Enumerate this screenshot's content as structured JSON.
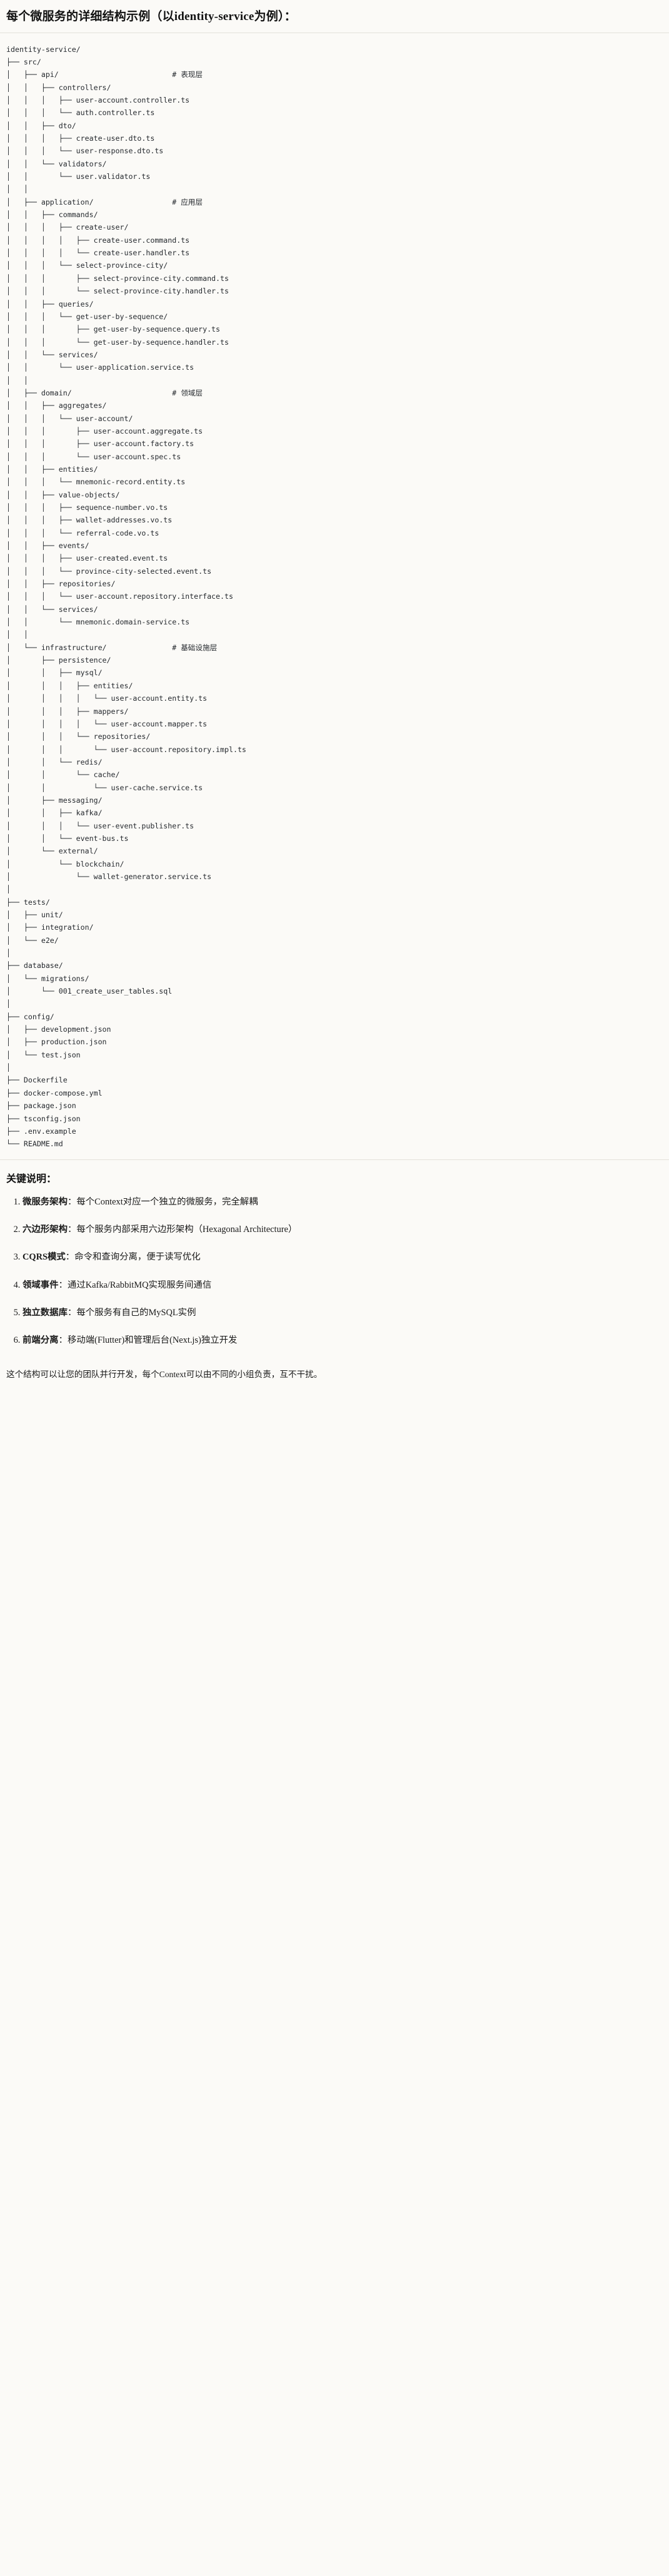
{
  "document": {
    "title": "每个微服务的详细结构示例（以identity-service为例）："
  },
  "tree": {
    "root": "identity-service/",
    "text": "identity-service/\n├── src/\n│   ├── api/                          # 表现层\n│   │   ├── controllers/\n│   │   │   ├── user-account.controller.ts\n│   │   │   └── auth.controller.ts\n│   │   ├── dto/\n│   │   │   ├── create-user.dto.ts\n│   │   │   └── user-response.dto.ts\n│   │   └── validators/\n│   │       └── user.validator.ts\n│   │\n│   ├── application/                  # 应用层\n│   │   ├── commands/\n│   │   │   ├── create-user/\n│   │   │   │   ├── create-user.command.ts\n│   │   │   │   └── create-user.handler.ts\n│   │   │   └── select-province-city/\n│   │   │       ├── select-province-city.command.ts\n│   │   │       └── select-province-city.handler.ts\n│   │   ├── queries/\n│   │   │   └── get-user-by-sequence/\n│   │   │       ├── get-user-by-sequence.query.ts\n│   │   │       └── get-user-by-sequence.handler.ts\n│   │   └── services/\n│   │       └── user-application.service.ts\n│   │\n│   ├── domain/                       # 领域层\n│   │   ├── aggregates/\n│   │   │   └── user-account/\n│   │   │       ├── user-account.aggregate.ts\n│   │   │       ├── user-account.factory.ts\n│   │   │       └── user-account.spec.ts\n│   │   ├── entities/\n│   │   │   └── mnemonic-record.entity.ts\n│   │   ├── value-objects/\n│   │   │   ├── sequence-number.vo.ts\n│   │   │   ├── wallet-addresses.vo.ts\n│   │   │   └── referral-code.vo.ts\n│   │   ├── events/\n│   │   │   ├── user-created.event.ts\n│   │   │   └── province-city-selected.event.ts\n│   │   ├── repositories/\n│   │   │   └── user-account.repository.interface.ts\n│   │   └── services/\n│   │       └── mnemonic.domain-service.ts\n│   │\n│   └── infrastructure/               # 基础设施层\n│       ├── persistence/\n│       │   ├── mysql/\n│       │   │   ├── entities/\n│       │   │   │   └── user-account.entity.ts\n│       │   │   ├── mappers/\n│       │   │   │   └── user-account.mapper.ts\n│       │   │   └── repositories/\n│       │   │       └── user-account.repository.impl.ts\n│       │   └── redis/\n│       │       └── cache/\n│       │           └── user-cache.service.ts\n│       ├── messaging/\n│       │   ├── kafka/\n│       │   │   └── user-event.publisher.ts\n│       │   └── event-bus.ts\n│       └── external/\n│           └── blockchain/\n│               └── wallet-generator.service.ts\n│\n├── tests/\n│   ├── unit/\n│   ├── integration/\n│   └── e2e/\n│\n├── database/\n│   └── migrations/\n│       └── 001_create_user_tables.sql\n│\n├── config/\n│   ├── development.json\n│   ├── production.json\n│   └── test.json\n│\n├── Dockerfile\n├── docker-compose.yml\n├── package.json\n├── tsconfig.json\n├── .env.example\n└── README.md"
  },
  "keypoints": {
    "heading": "关键说明：",
    "items": [
      {
        "term": "微服务架构",
        "sep": "：",
        "desc": "每个Context对应一个独立的微服务，完全解耦"
      },
      {
        "term": "六边形架构",
        "sep": "：",
        "desc": "每个服务内部采用六边形架构（Hexagonal Architecture）"
      },
      {
        "term": "CQRS模式",
        "sep": "：",
        "desc": "命令和查询分离，便于读写优化"
      },
      {
        "term": "领域事件",
        "sep": "：",
        "desc": "通过Kafka/RabbitMQ实现服务间通信"
      },
      {
        "term": "独立数据库",
        "sep": "：",
        "desc": "每个服务有自己的MySQL实例"
      },
      {
        "term": "前端分离",
        "sep": "：",
        "desc": "移动端(Flutter)和管理后台(Next.js)独立开发"
      }
    ]
  },
  "closing": {
    "text": "这个结构可以让您的团队并行开发，每个Context可以由不同的小组负责，互不干扰。"
  }
}
